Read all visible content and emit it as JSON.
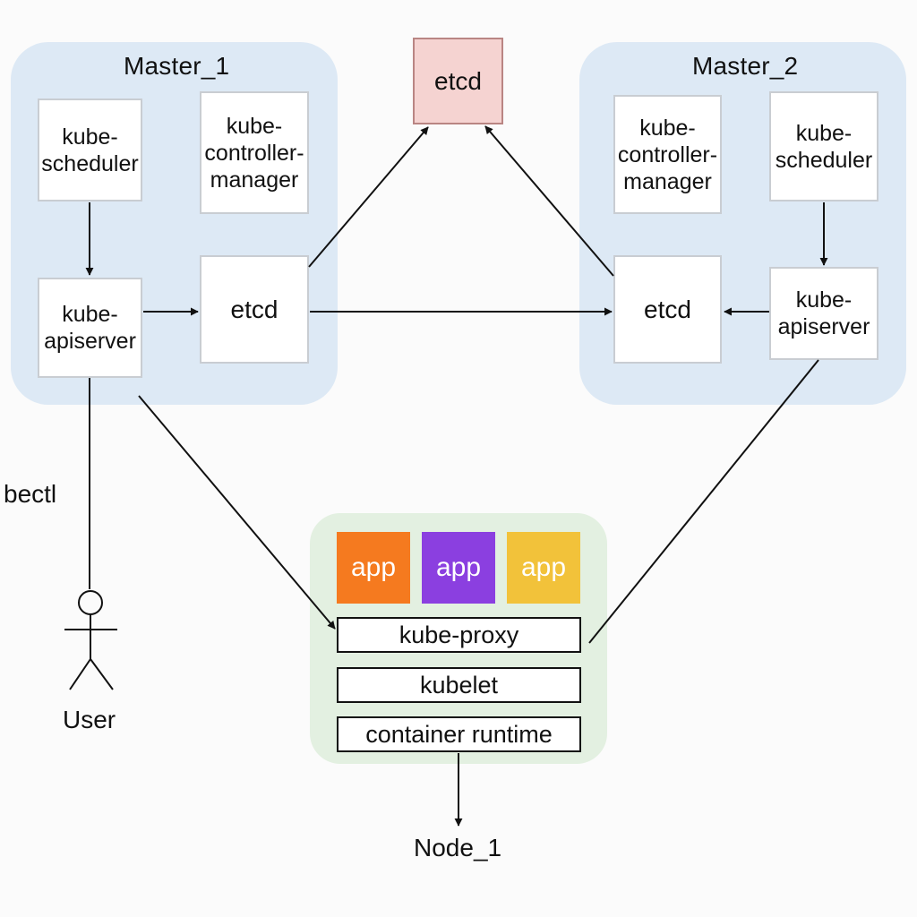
{
  "diagram": {
    "master1": {
      "title": "Master_1",
      "kube_scheduler": "kube-\nscheduler",
      "kube_controller_manager": "kube-\ncontroller-\nmanager",
      "kube_apiserver": "kube-\napiserver",
      "etcd": "etcd"
    },
    "master2": {
      "title": "Master_2",
      "kube_controller_manager": "kube-\ncontroller-\nmanager",
      "kube_scheduler": "kube-\nscheduler",
      "kube_apiserver": "kube-\napiserver",
      "etcd": "etcd"
    },
    "central_etcd": "etcd",
    "kubectl_label": "bectl",
    "user_label": "User",
    "node1": {
      "title": "Node_1",
      "apps": [
        {
          "label": "app",
          "color": "#f57a1f"
        },
        {
          "label": "app",
          "color": "#8b3fe0"
        },
        {
          "label": "app",
          "color": "#f2c23a"
        }
      ],
      "kube_proxy": "kube-proxy",
      "kubelet": "kubelet",
      "container_runtime": "container runtime"
    },
    "colors": {
      "master_region": "#dde9f5",
      "node_region": "#e3f0e1",
      "etcd_main_fill": "#f5d3d1",
      "etcd_main_border": "#b98583"
    }
  }
}
